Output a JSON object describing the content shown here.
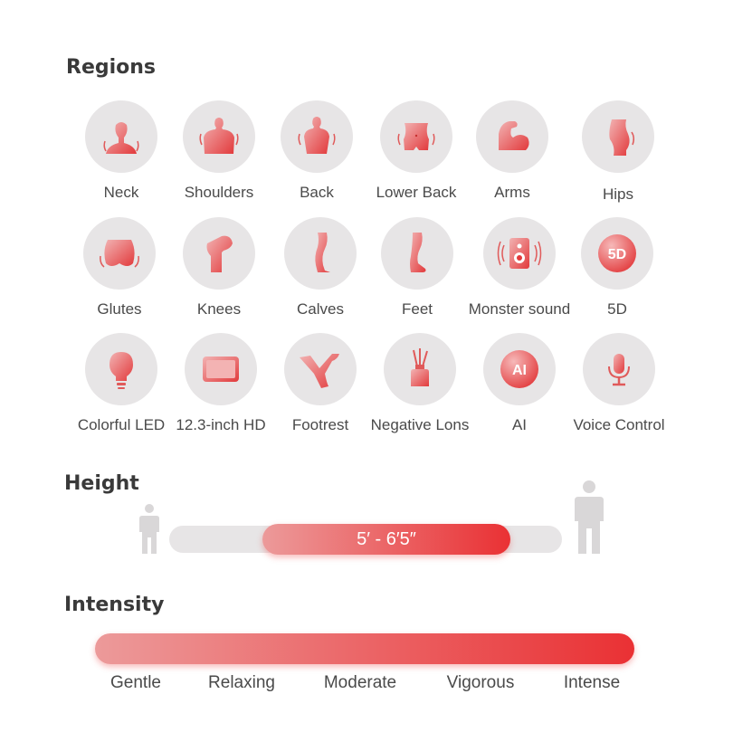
{
  "regions": {
    "title": "Regions",
    "items": [
      {
        "label": "Neck",
        "icon": "neck-icon"
      },
      {
        "label": "Shoulders",
        "icon": "shoulders-icon"
      },
      {
        "label": "Back",
        "icon": "back-icon"
      },
      {
        "label": "Lower Back",
        "icon": "lower-back-icon"
      },
      {
        "label": "Arms",
        "icon": "arms-icon"
      },
      {
        "label": "Hips",
        "icon": "hips-icon"
      },
      {
        "label": "Glutes",
        "icon": "glutes-icon"
      },
      {
        "label": "Knees",
        "icon": "knees-icon"
      },
      {
        "label": "Calves",
        "icon": "calves-icon"
      },
      {
        "label": "Feet",
        "icon": "feet-icon"
      },
      {
        "label": "Monster sound",
        "icon": "speaker-icon"
      },
      {
        "label": "5D",
        "icon": "5d-badge-icon",
        "badge": "5D"
      },
      {
        "label": "Colorful LED",
        "icon": "light-bulb-icon"
      },
      {
        "label": "12.3-inch HD",
        "icon": "screen-icon"
      },
      {
        "label": "Footrest",
        "icon": "footrest-icon"
      },
      {
        "label": "Negative Lons",
        "icon": "diffuser-icon"
      },
      {
        "label": "AI",
        "icon": "ai-badge-icon",
        "badge": "AI"
      },
      {
        "label": "Voice Control",
        "icon": "microphone-icon"
      }
    ]
  },
  "height": {
    "title": "Height",
    "range_label": "5′ - 6′5″"
  },
  "intensity": {
    "title": "Intensity",
    "levels": [
      "Gentle",
      "Relaxing",
      "Moderate",
      "Vigorous",
      "Intense"
    ]
  },
  "colors": {
    "accent_light": "#ec9a9a",
    "accent": "#ea3134",
    "circle_bg": "#e7e5e6",
    "text": "#4a4a4a"
  }
}
